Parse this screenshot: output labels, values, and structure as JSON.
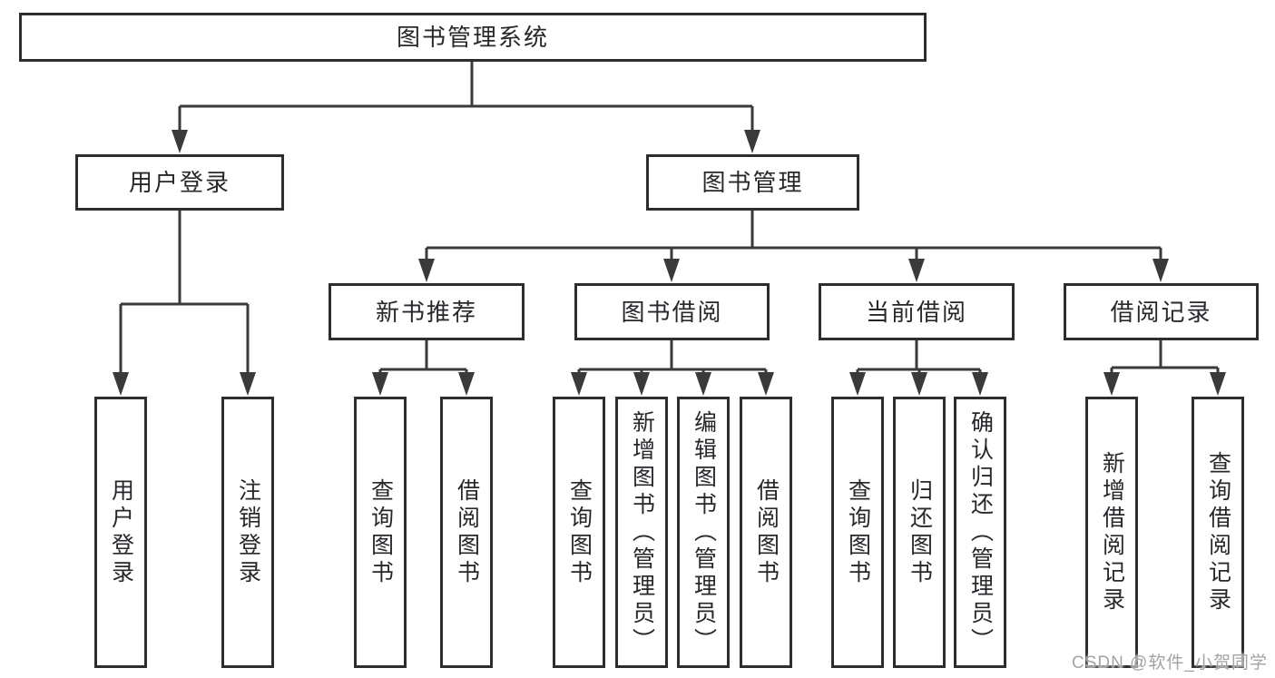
{
  "diagram": {
    "root": {
      "label": "图书管理系统"
    },
    "branches": [
      {
        "id": "user-login",
        "label": "用户登录",
        "children": [
          "用户登录",
          "注销登录"
        ]
      },
      {
        "id": "book-management",
        "label": "图书管理",
        "sections": [
          {
            "label": "新书推荐",
            "children": [
              "查询图书",
              "借阅图书"
            ]
          },
          {
            "label": "图书借阅",
            "children": [
              "查询图书",
              "新增图书（管理员）",
              "编辑图书（管理员）",
              "借阅图书"
            ]
          },
          {
            "label": "当前借阅",
            "children": [
              "查询图书",
              "归还图书",
              "确认归还（管理员）"
            ]
          },
          {
            "label": "借阅记录",
            "children": [
              "新增借阅记录",
              "查询借阅记录"
            ]
          }
        ]
      }
    ]
  },
  "watermark": {
    "text": "CSDN @软件_小贺同学"
  },
  "colors": {
    "line": "#3a3a3d",
    "border": "#2d2d30",
    "text": "#27272c",
    "watermark": "#a3a3a6",
    "background": "#ffffff"
  }
}
